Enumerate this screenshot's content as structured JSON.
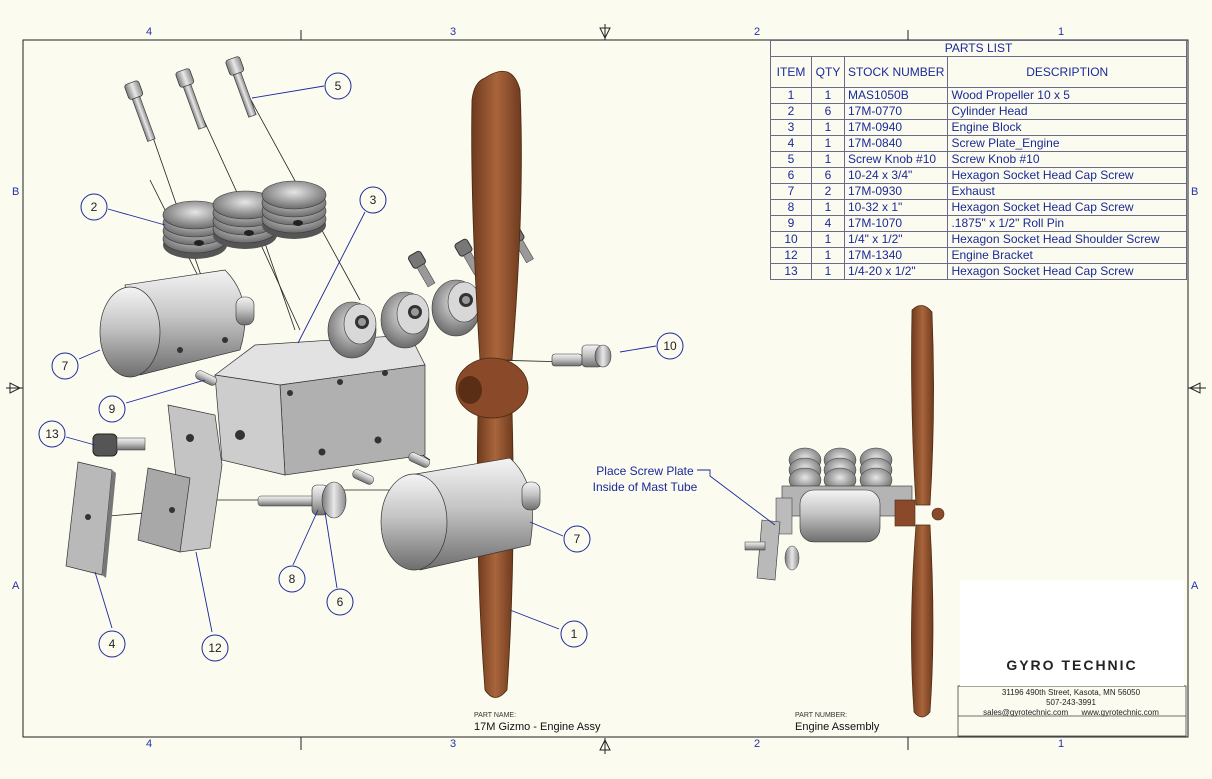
{
  "zones": {
    "columns": [
      "4",
      "3",
      "2",
      "1"
    ],
    "rows": [
      "B",
      "A"
    ]
  },
  "parts_list": {
    "title": "PARTS LIST",
    "headers": [
      "ITEM",
      "QTY",
      "STOCK NUMBER",
      "DESCRIPTION"
    ],
    "rows": [
      [
        "1",
        "1",
        "MAS1050B",
        "Wood Propeller 10 x 5"
      ],
      [
        "2",
        "6",
        "17M-0770",
        "Cylinder Head"
      ],
      [
        "3",
        "1",
        "17M-0940",
        "Engine Block"
      ],
      [
        "4",
        "1",
        "17M-0840",
        "Screw Plate_Engine"
      ],
      [
        "5",
        "1",
        "Screw Knob #10",
        "Screw Knob #10"
      ],
      [
        "6",
        "6",
        "10-24 x 3/4\"",
        "Hexagon Socket Head Cap Screw"
      ],
      [
        "7",
        "2",
        "17M-0930",
        "Exhaust"
      ],
      [
        "8",
        "1",
        "10-32 x 1\"",
        "Hexagon Socket Head Cap Screw"
      ],
      [
        "9",
        "4",
        "17M-1070",
        ".1875\" x 1/2\" Roll Pin"
      ],
      [
        "10",
        "1",
        "1/4\" x 1/2\"",
        "Hexagon Socket Head Shoulder Screw"
      ],
      [
        "12",
        "1",
        "17M-1340",
        "Engine Bracket"
      ],
      [
        "13",
        "1",
        "1/4-20 x 1/2\"",
        "Hexagon Socket Head Cap Screw"
      ]
    ]
  },
  "balloons": [
    "1",
    "2",
    "3",
    "4",
    "5",
    "6",
    "7",
    "7",
    "8",
    "9",
    "10",
    "12",
    "13"
  ],
  "note": {
    "line1": "Place Screw Plate",
    "line2": "Inside of Mast Tube"
  },
  "title_block": {
    "part_name_label": "PART NAME:",
    "part_name": "17M Gizmo - Engine Assy",
    "part_number_label": "PART NUMBER:",
    "part_number": "Engine Assembly"
  },
  "company": {
    "name": "GYRO TECHNIC",
    "address": "31196 490th Street, Kasota, MN 56050",
    "phone": "507-243-3991",
    "email": "sales@gyrotechnic.com",
    "website": "www.gyrotechnic.com"
  },
  "colors": {
    "border": "#222222",
    "annotation": "#1a2a9a",
    "propeller": "#8a4a2a",
    "metal": "#b8b8b8"
  }
}
